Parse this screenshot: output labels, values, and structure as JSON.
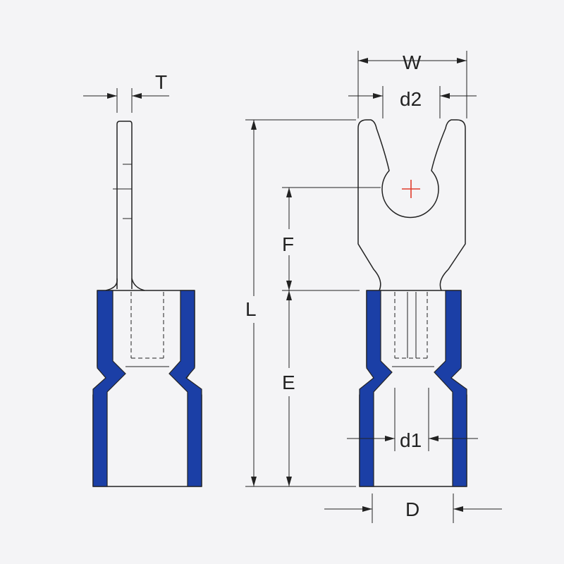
{
  "labels": {
    "T": "T",
    "W": "W",
    "d2": "d2",
    "L": "L",
    "F": "F",
    "E": "E",
    "d1": "d1",
    "D": "D"
  },
  "colors": {
    "insulation": "#1b3fa6",
    "outline": "#222222",
    "center_mark": "#e03c2c",
    "background": "#f4f4f6"
  }
}
